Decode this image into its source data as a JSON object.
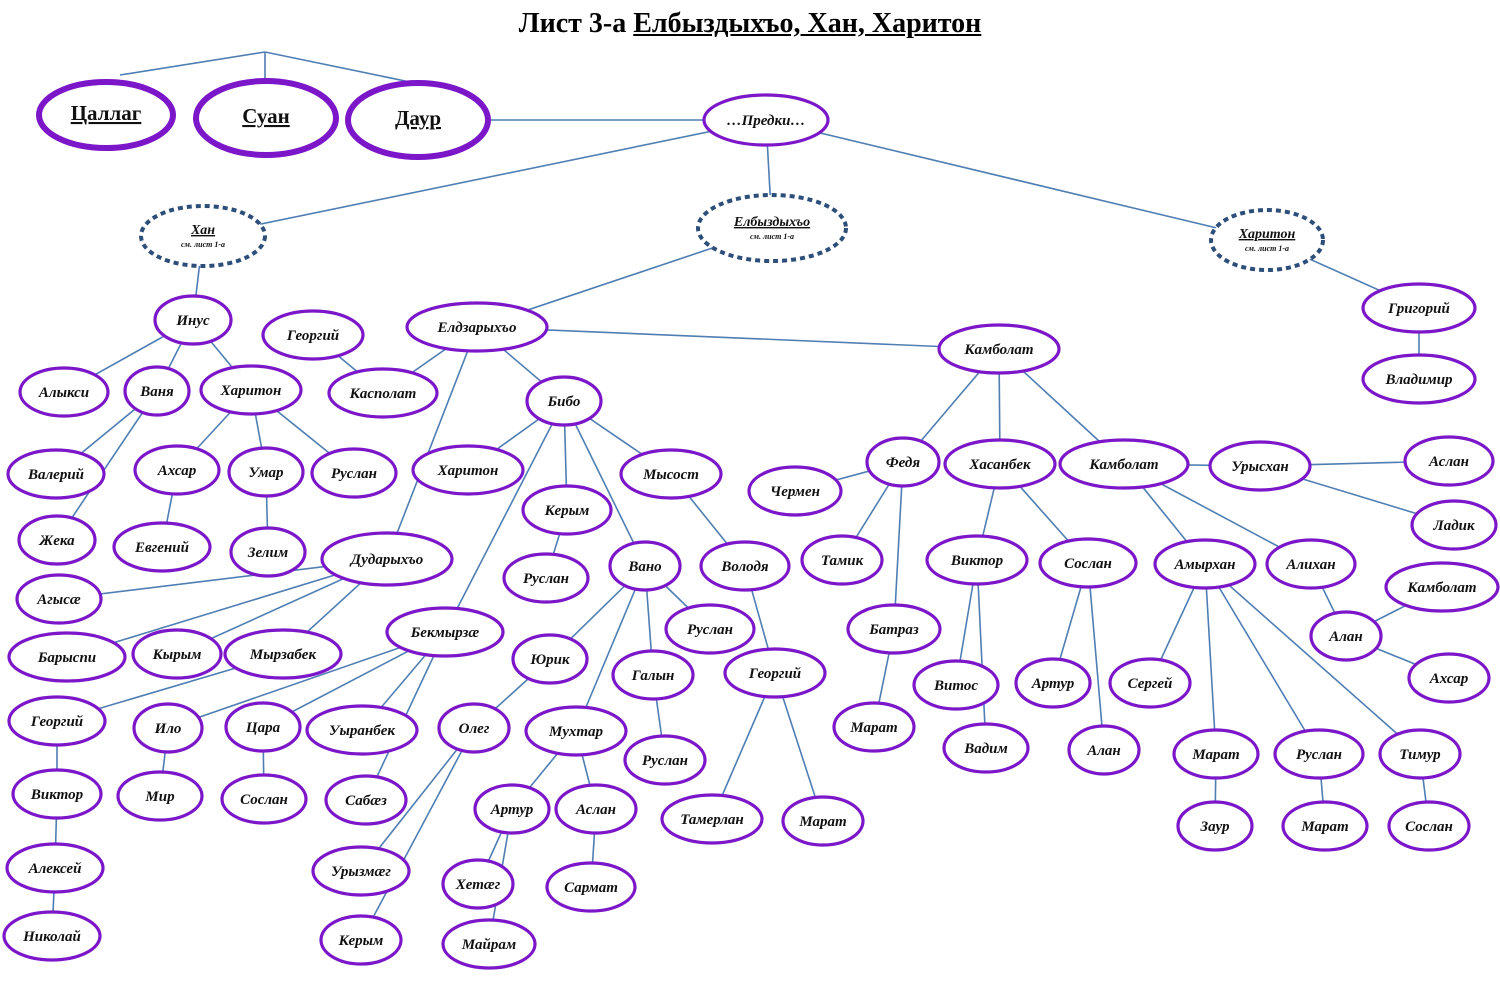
{
  "title": {
    "prefix": "Лист 3-а",
    "main": "Елбыздыхъо, Хан, Харитон"
  },
  "colors": {
    "node_border": "#7b16c9",
    "ref_border": "#2e4e7a",
    "edge": "#4f7eb3",
    "text": "#111111"
  },
  "nodes": [
    {
      "id": "tsallag",
      "label": "Цаллаг",
      "style": "big"
    },
    {
      "id": "suan",
      "label": "Суан",
      "style": "big"
    },
    {
      "id": "daur",
      "label": "Даур",
      "style": "big"
    },
    {
      "id": "predki",
      "label": "…Предки…"
    },
    {
      "id": "khan_ref",
      "label": "Хан",
      "note": "см. лист 1-а",
      "style": "ref"
    },
    {
      "id": "elb_ref",
      "label": "Елбыздыхъо",
      "note": "см. лист 1-а",
      "style": "ref"
    },
    {
      "id": "khar_ref",
      "label": "Харитон",
      "note": "см. лист 1-а",
      "style": "ref"
    },
    {
      "id": "inus",
      "label": "Инус"
    },
    {
      "id": "georgiy1",
      "label": "Георгий"
    },
    {
      "id": "eldz",
      "label": "Елдзарыхъо"
    },
    {
      "id": "kambolat1",
      "label": "Камболат"
    },
    {
      "id": "grigoriy",
      "label": "Григорий"
    },
    {
      "id": "vladimir",
      "label": "Владимир"
    },
    {
      "id": "alyksi",
      "label": "Алыкси"
    },
    {
      "id": "vanya",
      "label": "Ваня"
    },
    {
      "id": "khariton2",
      "label": "Харитон"
    },
    {
      "id": "kaspolat",
      "label": "Касполат"
    },
    {
      "id": "bibo",
      "label": "Бибо"
    },
    {
      "id": "valeriy",
      "label": "Валерий"
    },
    {
      "id": "akhsar1",
      "label": "Ахсар"
    },
    {
      "id": "umar",
      "label": "Умар"
    },
    {
      "id": "ruslan1",
      "label": "Руслан"
    },
    {
      "id": "khariton3",
      "label": "Харитон"
    },
    {
      "id": "mysost",
      "label": "Мысост"
    },
    {
      "id": "zheka",
      "label": "Жека"
    },
    {
      "id": "evgeniy",
      "label": "Евгений"
    },
    {
      "id": "zelim",
      "label": "Зелим"
    },
    {
      "id": "kerym1",
      "label": "Керым"
    },
    {
      "id": "dudar",
      "label": "Дударыхъо"
    },
    {
      "id": "ruslan2",
      "label": "Руслан"
    },
    {
      "id": "vano",
      "label": "Вано"
    },
    {
      "id": "volodya",
      "label": "Володя"
    },
    {
      "id": "agysae",
      "label": "Агысæ"
    },
    {
      "id": "barysp",
      "label": "Барыспи"
    },
    {
      "id": "kyrym",
      "label": "Кырым"
    },
    {
      "id": "myrzabek",
      "label": "Мырзабек"
    },
    {
      "id": "bekmyrz",
      "label": "Бекмырзæ"
    },
    {
      "id": "yurik",
      "label": "Юрик"
    },
    {
      "id": "ruslan3",
      "label": "Руслан"
    },
    {
      "id": "galyn",
      "label": "Галын"
    },
    {
      "id": "georgiy3",
      "label": "Георгий"
    },
    {
      "id": "georgiy2",
      "label": "Георгий"
    },
    {
      "id": "ilo",
      "label": "Ило"
    },
    {
      "id": "tsara",
      "label": "Цара"
    },
    {
      "id": "uyranbek",
      "label": "Уыранбек"
    },
    {
      "id": "oleg",
      "label": "Олег"
    },
    {
      "id": "mukhtar",
      "label": "Мухтар"
    },
    {
      "id": "ruslan4",
      "label": "Руслан"
    },
    {
      "id": "viktor1",
      "label": "Виктор"
    },
    {
      "id": "mir",
      "label": "Мир"
    },
    {
      "id": "soslan1",
      "label": "Сослан"
    },
    {
      "id": "sabaes",
      "label": "Сабæз"
    },
    {
      "id": "artur1",
      "label": "Артур"
    },
    {
      "id": "aslan1",
      "label": "Аслан"
    },
    {
      "id": "tamerlan",
      "label": "Тамерлан"
    },
    {
      "id": "marat1",
      "label": "Марат"
    },
    {
      "id": "aleksey",
      "label": "Алексей"
    },
    {
      "id": "uryzmaeg",
      "label": "Урызмæг"
    },
    {
      "id": "khetaeg",
      "label": "Хетæг"
    },
    {
      "id": "sarmat",
      "label": "Сармат"
    },
    {
      "id": "nikolay",
      "label": "Николай"
    },
    {
      "id": "kerym2",
      "label": "Керым"
    },
    {
      "id": "mayram",
      "label": "Майрам"
    },
    {
      "id": "fedya",
      "label": "Федя"
    },
    {
      "id": "khasanbek",
      "label": "Хасанбек"
    },
    {
      "id": "kambolat2",
      "label": "Камболат"
    },
    {
      "id": "urysxan",
      "label": "Урысхан"
    },
    {
      "id": "aslan2",
      "label": "Аслан"
    },
    {
      "id": "chermen",
      "label": "Чермен"
    },
    {
      "id": "ladik",
      "label": "Ладик"
    },
    {
      "id": "tamik",
      "label": "Тамик"
    },
    {
      "id": "viktor2",
      "label": "Виктор"
    },
    {
      "id": "soslan2",
      "label": "Сослан"
    },
    {
      "id": "amyrkhan",
      "label": "Амырхан"
    },
    {
      "id": "alikhan",
      "label": "Алихан"
    },
    {
      "id": "kambolat3",
      "label": "Камболат"
    },
    {
      "id": "batraz",
      "label": "Батраз"
    },
    {
      "id": "alan1",
      "label": "Алан"
    },
    {
      "id": "vitos",
      "label": "Витос"
    },
    {
      "id": "artur2",
      "label": "Артур"
    },
    {
      "id": "sergey",
      "label": "Сергей"
    },
    {
      "id": "akhsar2",
      "label": "Ахсар"
    },
    {
      "id": "marat2",
      "label": "Марат"
    },
    {
      "id": "vadim",
      "label": "Вадим"
    },
    {
      "id": "alan2",
      "label": "Алан"
    },
    {
      "id": "marat3",
      "label": "Марат"
    },
    {
      "id": "ruslan5",
      "label": "Руслан"
    },
    {
      "id": "timur",
      "label": "Тимур"
    },
    {
      "id": "zaur",
      "label": "Заур"
    },
    {
      "id": "marat4",
      "label": "Марат"
    },
    {
      "id": "soslan3",
      "label": "Сослан"
    }
  ],
  "edges": [
    [
      "tsallag",
      "suan"
    ],
    [
      "suan",
      "daur"
    ],
    [
      "daur",
      "predki"
    ],
    [
      "predki",
      "khan_ref"
    ],
    [
      "predki",
      "elb_ref"
    ],
    [
      "predki",
      "khar_ref"
    ],
    [
      "khan_ref",
      "inus"
    ],
    [
      "elb_ref",
      "eldz"
    ],
    [
      "khar_ref",
      "grigoriy"
    ],
    [
      "grigoriy",
      "vladimir"
    ],
    [
      "inus",
      "alyksi"
    ],
    [
      "inus",
      "vanya"
    ],
    [
      "inus",
      "khariton2"
    ],
    [
      "vanya",
      "valeriy"
    ],
    [
      "vanya",
      "zheka"
    ],
    [
      "khariton2",
      "akhsar1"
    ],
    [
      "khariton2",
      "umar"
    ],
    [
      "khariton2",
      "ruslan1"
    ],
    [
      "akhsar1",
      "evgeniy"
    ],
    [
      "umar",
      "zelim"
    ],
    [
      "georgiy1",
      "kaspolat"
    ],
    [
      "eldz",
      "kaspolat"
    ],
    [
      "eldz",
      "kambolat1"
    ],
    [
      "eldz",
      "bibo"
    ],
    [
      "eldz",
      "dudar"
    ],
    [
      "bibo",
      "khariton3"
    ],
    [
      "bibo",
      "kerym1"
    ],
    [
      "bibo",
      "mysost"
    ],
    [
      "bibo",
      "vano"
    ],
    [
      "bibo",
      "bekmyrz"
    ],
    [
      "kerym1",
      "ruslan2"
    ],
    [
      "mysost",
      "volodya"
    ],
    [
      "volodya",
      "georgiy3"
    ],
    [
      "georgiy3",
      "tamerlan"
    ],
    [
      "georgiy3",
      "marat1"
    ],
    [
      "vano",
      "yurik"
    ],
    [
      "vano",
      "ruslan3"
    ],
    [
      "vano",
      "galyn"
    ],
    [
      "vano",
      "mukhtar"
    ],
    [
      "galyn",
      "ruslan4"
    ],
    [
      "yurik",
      "oleg"
    ],
    [
      "oleg",
      "uryzmaeg"
    ],
    [
      "oleg",
      "kerym2"
    ],
    [
      "mukhtar",
      "artur1"
    ],
    [
      "mukhtar",
      "aslan1"
    ],
    [
      "artur1",
      "khetaeg"
    ],
    [
      "artur1",
      "mayram"
    ],
    [
      "aslan1",
      "sarmat"
    ],
    [
      "bekmyrz",
      "ilo"
    ],
    [
      "bekmyrz",
      "tsara"
    ],
    [
      "bekmyrz",
      "uyranbek"
    ],
    [
      "bekmyrz",
      "sabaes"
    ],
    [
      "ilo",
      "mir"
    ],
    [
      "tsara",
      "soslan1"
    ],
    [
      "dudar",
      "agysae"
    ],
    [
      "dudar",
      "barysp"
    ],
    [
      "dudar",
      "kyrym"
    ],
    [
      "dudar",
      "myrzabek"
    ],
    [
      "myrzabek",
      "georgiy2"
    ],
    [
      "georgiy2",
      "viktor1"
    ],
    [
      "viktor1",
      "aleksey"
    ],
    [
      "aleksey",
      "nikolay"
    ],
    [
      "kambolat1",
      "fedya"
    ],
    [
      "kambolat1",
      "khasanbek"
    ],
    [
      "kambolat1",
      "kambolat2"
    ],
    [
      "fedya",
      "chermen"
    ],
    [
      "fedya",
      "tamik"
    ],
    [
      "fedya",
      "batraz"
    ],
    [
      "batraz",
      "marat2"
    ],
    [
      "khasanbek",
      "viktor2"
    ],
    [
      "khasanbek",
      "soslan2"
    ],
    [
      "viktor2",
      "vitos"
    ],
    [
      "viktor2",
      "vadim"
    ],
    [
      "soslan2",
      "artur2"
    ],
    [
      "soslan2",
      "alan2"
    ],
    [
      "kambolat2",
      "urysxan"
    ],
    [
      "kambolat2",
      "amyrkhan"
    ],
    [
      "kambolat2",
      "alikhan"
    ],
    [
      "urysxan",
      "aslan2"
    ],
    [
      "urysxan",
      "ladik"
    ],
    [
      "amyrkhan",
      "sergey"
    ],
    [
      "amyrkhan",
      "marat3"
    ],
    [
      "amyrkhan",
      "ruslan5"
    ],
    [
      "amyrkhan",
      "timur"
    ],
    [
      "marat3",
      "zaur"
    ],
    [
      "ruslan5",
      "marat4"
    ],
    [
      "timur",
      "soslan3"
    ],
    [
      "alikhan",
      "alan1"
    ],
    [
      "alan1",
      "akhsar2"
    ],
    [
      "alan1",
      "kambolat3"
    ]
  ]
}
